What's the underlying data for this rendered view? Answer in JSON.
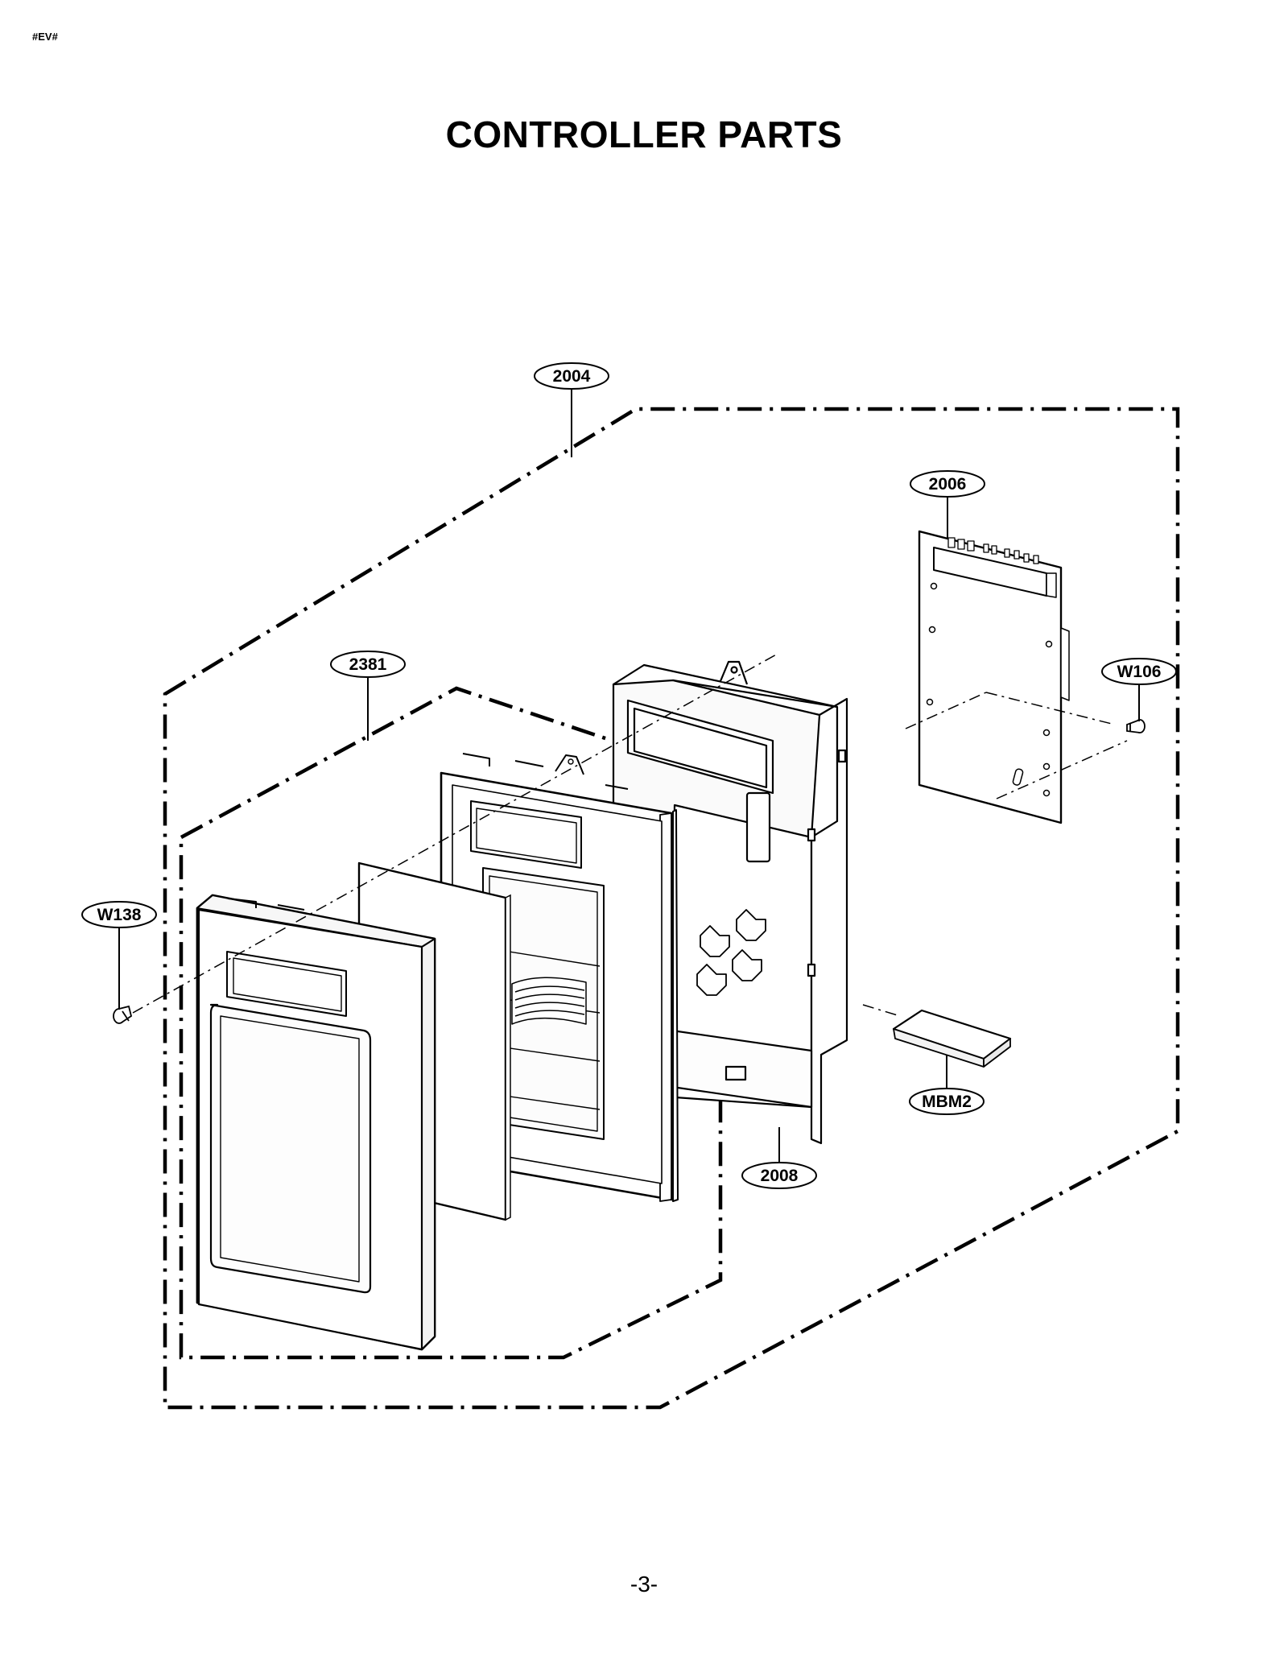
{
  "header": {
    "doc_code": "#EV#"
  },
  "title": "CONTROLLER PARTS",
  "callouts": [
    {
      "id": "2004",
      "label": "2004"
    },
    {
      "id": "2006",
      "label": "2006"
    },
    {
      "id": "2381",
      "label": "2381"
    },
    {
      "id": "W106",
      "label": "W106"
    },
    {
      "id": "W138",
      "label": "W138"
    },
    {
      "id": "MBM2",
      "label": "MBM2"
    },
    {
      "id": "2008",
      "label": "2008"
    }
  ],
  "footer": {
    "page_number": "-3-"
  },
  "colors": {
    "ink": "#000000",
    "paper": "#ffffff",
    "panel_fill": "#f7f7f7"
  }
}
